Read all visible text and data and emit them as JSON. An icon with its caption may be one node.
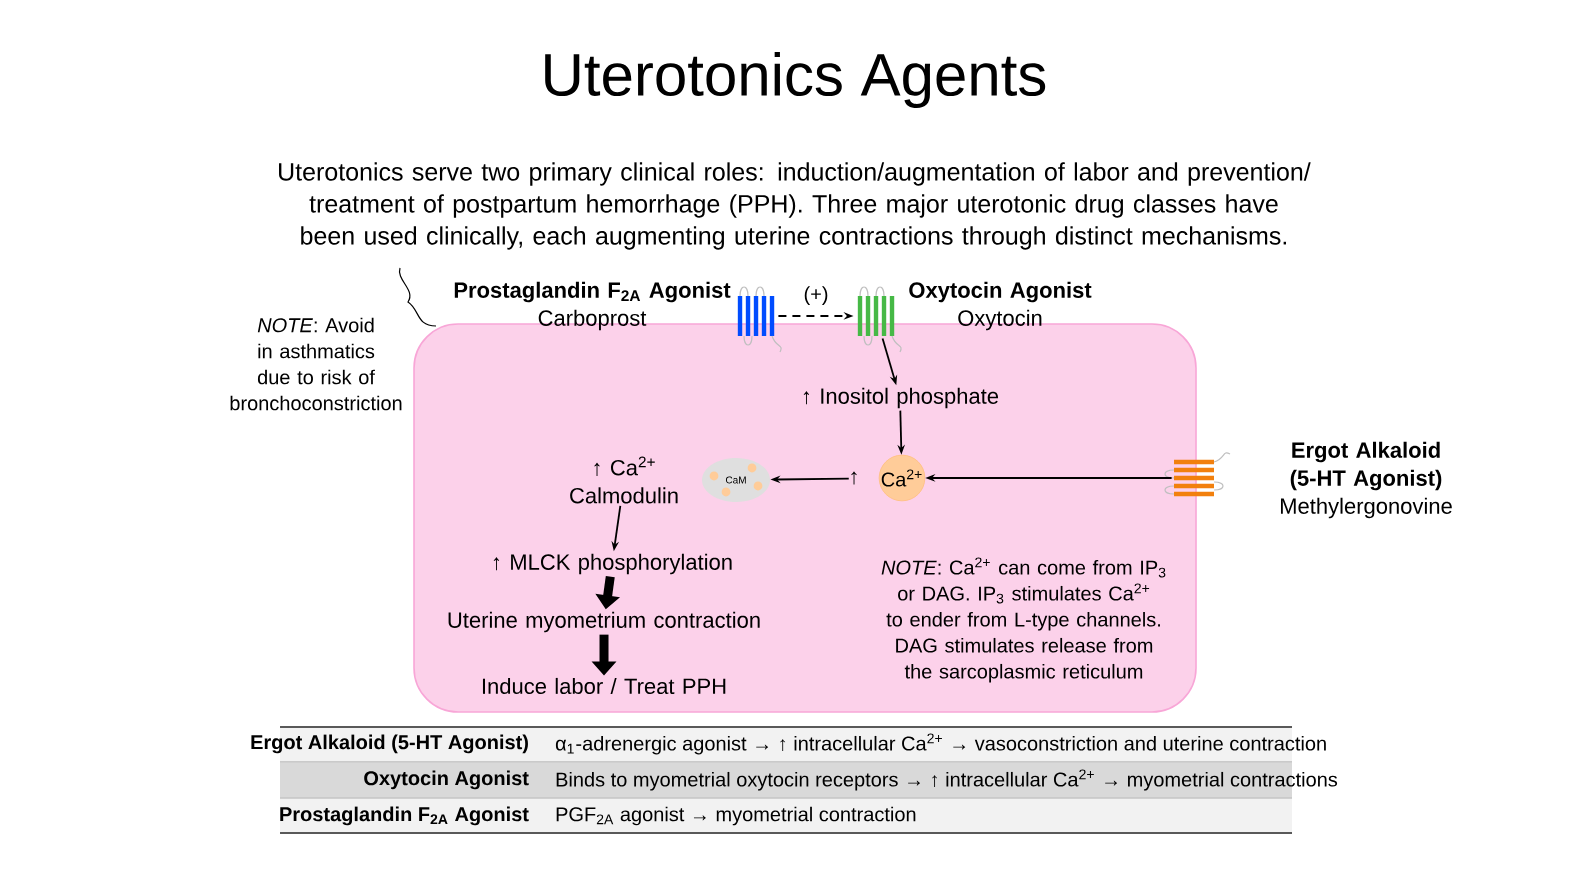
{
  "diagram": {
    "title": "Uterotonics Agents",
    "nodes": [
      {
        "text": [],
        "shape": "box"
      },
      {
        "text": [
          "Prostaglandin F$_{2A}$ Agonist",
          "Carboprost"
        ]
      },
      {
        "text": [],
        "shape": "receptor"
      },
      {
        "text": [
          "Oxytocin Agonist",
          "Oxytocin"
        ]
      },
      {
        "text": [],
        "shape": "receptor"
      },
      {
        "text": [
          "↑ Inositol phosphate"
        ],
        "in": 0
      },
      {
        "text": [
          "Ca$^{2+}$"
        ],
        "in": 0,
        "beside": [
          "↑"
        ]
      },
      {
        "text": [
          "Ergot Alkaloid (5-HT Agonist)",
          "Methylergonovine"
        ]
      },
      {
        "text": [],
        "shape": "receptor"
      },
      {
        "text": [
          "CaM"
        ],
        "in": 0
      },
      {
        "text": [
          "↑ Ca$^{2+}$ Calmodulin"
        ],
        "in": 0
      },
      {
        "text": [
          "↑ MLCK phosphorylation"
        ],
        "in": 0
      },
      {
        "text": [
          "Uterine myometrium contraction"
        ],
        "in": 0
      },
      {
        "text": [
          "Induce labor / Treat PPH"
        ],
        "in": 0
      }
    ],
    "edges": [
      {
        "from": 2,
        "to": 4,
        "arrow": "to",
        "style": "dashed",
        "label": "(+)"
      },
      {
        "from": 4,
        "to": 5,
        "arrow": "to"
      },
      {
        "from": 5,
        "to": 6,
        "arrow": "to"
      },
      {
        "from": 8,
        "to": 6,
        "arrow": "to"
      },
      {
        "from": 6,
        "to": 9,
        "arrow": "to"
      },
      {
        "from": 10,
        "to": 11,
        "arrow": "to"
      },
      {
        "from": 11,
        "to": 12,
        "arrow": "to",
        "style": "thick"
      },
      {
        "from": 12,
        "to": 13,
        "arrow": "to",
        "style": "thick"
      }
    ],
    "labels": [
      "Uterotonics serve two primary clinical roles: induction/augmentation of labor and prevention/ treatment of postpartum hemorrhage (PPH). Three major uterotonic drug classes have been used clinically, each augmenting uterine contractions through distinct mechanisms.",
      "*NOTE*: Avoid in asthmatics due to risk of bronchoconstriction",
      "*NOTE*: Ca$^{2+}$ can come from IP$_{3}$ or DAG. IP$_{3}$ stimulates Ca$^{2+}$ to ender from L-type channels. DAG stimulates release from the sarcoplasmic reticulum",
      "Ergot Alkaloid (5-HT Agonist)",
      "α$_{1}$-adrenergic agonist → ↑ intracellular Ca$^{2+}$ → vasoconstriction and uterine contraction",
      "Oxytocin Agonist",
      "Binds to myometrial oxytocin receptors → ↑ intracellular Ca$^{2+}$ → myometrial contractions",
      "Prostaglandin F$_{2A}$ Agonist",
      "PGF$_{2A}$ agonist → myometrial contraction"
    ]
  }
}
